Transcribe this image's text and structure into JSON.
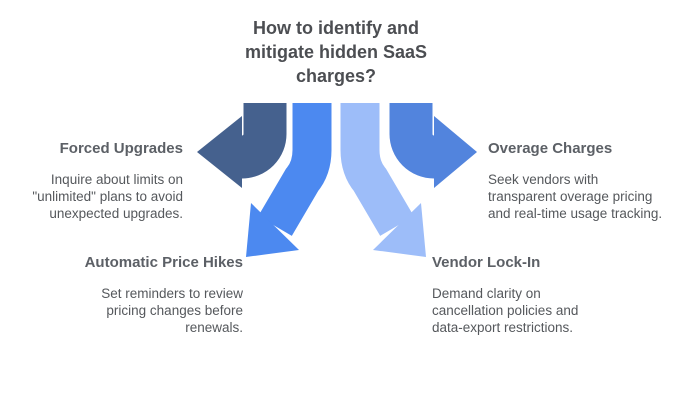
{
  "title": "How to identify and\nmitigate hidden SaaS\ncharges?",
  "colors": {
    "background": "#ffffff",
    "title_text": "#4c4e52",
    "heading_text": "#5c6066",
    "body_text": "#55585c",
    "arrow_forced_upgrades": "#45618E",
    "arrow_automatic_price_hikes": "#4C89F0",
    "arrow_vendor_lock_in": "#9DBDF9",
    "arrow_overage_charges": "#5284DD"
  },
  "sections": {
    "forced_upgrades": {
      "heading": "Forced Upgrades",
      "body": "Inquire about limits on\n\"unlimited\" plans to avoid\nunexpected upgrades."
    },
    "overage_charges": {
      "heading": "Overage Charges",
      "body": "Seek vendors with\ntransparent overage pricing\nand real-time usage tracking."
    },
    "automatic_price_hikes": {
      "heading": "Automatic Price Hikes",
      "body": "Set reminders to review\npricing changes before\nrenewals."
    },
    "vendor_lock_in": {
      "heading": "Vendor Lock-In",
      "body": "Demand clarity on\ncancellation policies and\ndata-export restrictions."
    }
  }
}
